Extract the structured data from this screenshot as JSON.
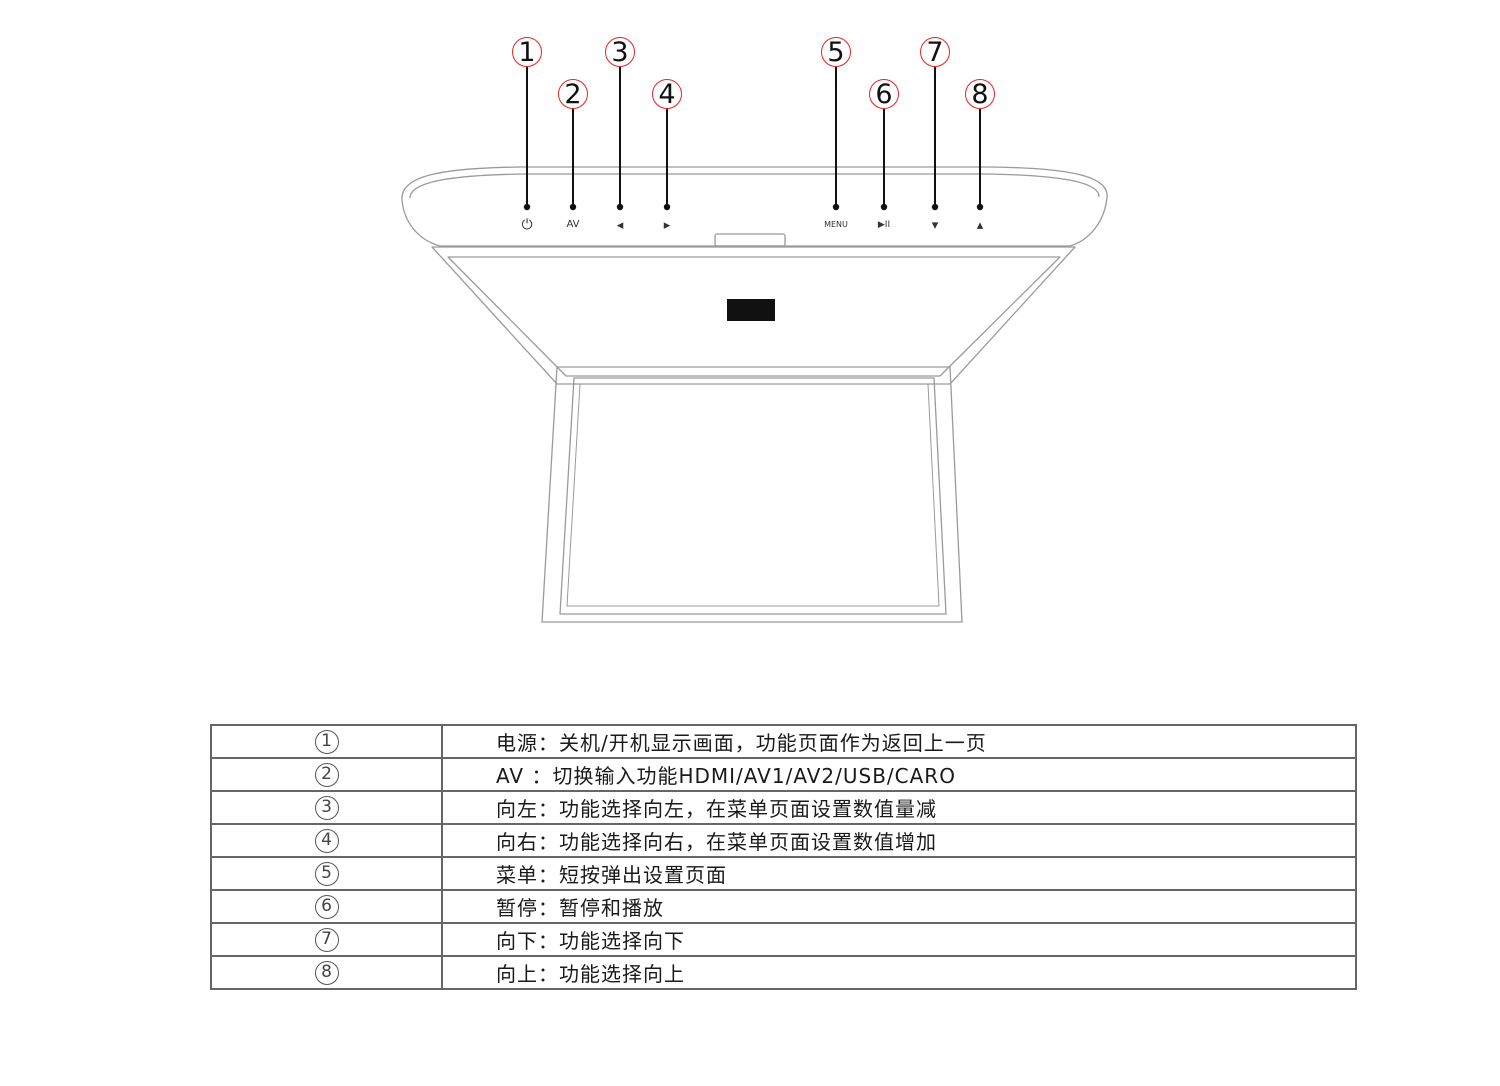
{
  "buttons": [
    {
      "num": "1",
      "label": "⏻",
      "icon": "power-icon",
      "label_size": 14
    },
    {
      "num": "2",
      "label": "AV",
      "icon": "av-label",
      "label_size": 10
    },
    {
      "num": "3",
      "label": "◂",
      "icon": "left-arrow-icon",
      "label_size": 13
    },
    {
      "num": "4",
      "label": "▸",
      "icon": "right-arrow-icon",
      "label_size": 13
    },
    {
      "num": "5",
      "label": "MENU",
      "icon": "menu-label",
      "label_size": 8
    },
    {
      "num": "6",
      "label": "▶II",
      "icon": "play-pause-icon",
      "label_size": 9
    },
    {
      "num": "7",
      "label": "▾",
      "icon": "down-arrow-icon",
      "label_size": 13
    },
    {
      "num": "8",
      "label": "▴",
      "icon": "up-arrow-icon",
      "label_size": 13
    }
  ],
  "rows": [
    {
      "num": "1",
      "desc": "电源：关机/开机显示画面，功能页面作为返回上一页"
    },
    {
      "num": "2",
      "desc": "AV ：切换输入功能HDMI/AV1/AV2/USB/CARO"
    },
    {
      "num": "3",
      "desc": "向左：功能选择向左，在菜单页面设置数值量减"
    },
    {
      "num": "4",
      "desc": "向右：功能选择向右，在菜单页面设置数值增加"
    },
    {
      "num": "5",
      "desc": "菜单：短按弹出设置页面"
    },
    {
      "num": "6",
      "desc": "暂停：暂停和播放"
    },
    {
      "num": "7",
      "desc": "向下：功能选择向下"
    },
    {
      "num": "8",
      "desc": "向上：功能选择向上"
    }
  ],
  "colors": {
    "callout_ring": "#e8231f",
    "line": "#111111",
    "outline": "#9a9a9a",
    "table_border": "#666666"
  }
}
